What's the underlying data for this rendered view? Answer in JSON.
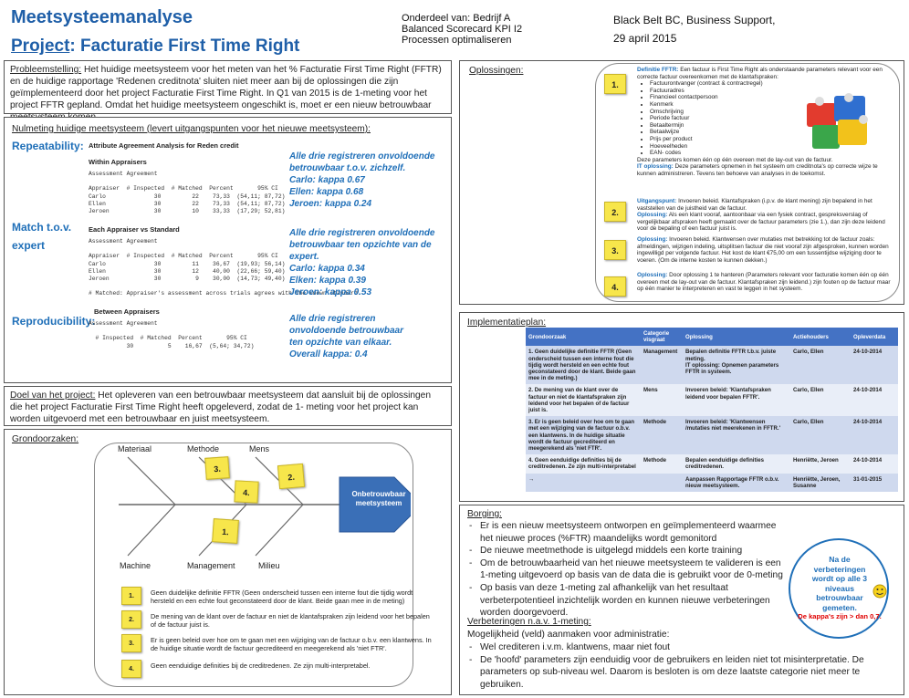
{
  "header": {
    "title": "Meetsysteemanalyse",
    "project_prefix": "Project",
    "project_name": ": Facturatie First Time Right",
    "unit_lines": [
      "Onderdeel van: Bedrijf A",
      "Balanced Scorecard  KPI I2",
      "Processen optimaliseren"
    ],
    "org": "Black Belt BC, Business Support,",
    "date": "29 april 2015"
  },
  "probleem": {
    "label": "Probleemstelling:",
    "text": " Het huidige meetsysteem voor het meten van het % Facturatie First Time Right (FFTR) en de huidige rapportage 'Redenen creditnota' sluiten niet meer aan bij de oplossingen die zijn geïmplementeerd door het project Facturatie First Time Right. In Q1 van 2015 is de 1-meting voor het project FFTR gepland. Omdat het huidige meetsysteem ongeschikt is, moet er een nieuw betrouwbaar meetsysteem komen."
  },
  "nulmeting": {
    "heading": "Nulmeting huidige meetsysteem (levert uitgangspunten voor het nieuwe meetsysteem):",
    "repeat_label": "Repeatability:",
    "match_label": "Match t.o.v. expert",
    "repro_label": "Reproducibility:",
    "aaa_title": "Attribute Agreement Analysis for Reden credit",
    "within_title": "Within Appraisers",
    "vs_title": "Each Appraiser vs Standard",
    "between_title": "Between Appraisers",
    "within_table": "Assessment Agreement\n\nAppraiser  # Inspected  # Matched  Percent       95% CI\nCarlo              30         22    73,33  (54,11; 87,72)\nEllen              30         22    73,33  (54,11; 87,72)\nJeroen             30         10    33,33  (17,29; 52,81)",
    "vs_table": "Assessment Agreement\n\nAppraiser  # Inspected  # Matched  Percent       95% CI\nCarlo              30         11    36,67  (19,93; 56,14)\nEllen              30         12    40,00  (22,66; 59,40)\nJeroen             30          9    30,00  (14,73; 49,40)\n\n# Matched: Appraiser's assessment across trials agrees with the known standard.",
    "between_table": "Assessment Agreement\n\n  # Inspected  # Matched  Percent       95% CI\n           30          5    16,67  (5,64; 34,72)",
    "kappa_repeat": [
      "Alle drie registreren onvoldoende",
      "betrouwbaar t.o.v. zichzelf.",
      "Carlo: kappa 0.67",
      "Ellen: kappa 0.68",
      "Jeroen: kappa 0.24"
    ],
    "kappa_match": [
      "Alle drie registreren onvoldoende",
      "betrouwbaar ten opzichte van de expert.",
      "Carlo: kappa 0.34",
      "Elken: kappa 0.39",
      "Jeroen: kappa 0.53"
    ],
    "kappa_repro": [
      "Alle drie registreren",
      "onvoldoende betrouwbaar",
      "ten opzichte van elkaar.",
      "Overall kappa: 0.4"
    ]
  },
  "doel": {
    "label": "Doel van het project:",
    "text": " Het opleveren van een betrouwbaar meetsysteem dat aansluit bij de oplossingen die het project Facturatie First Time Right heeft opgeleverd, zodat de 1- meting voor het project kan worden uitgevoerd met een betrouwbaar en juist meetsysteem."
  },
  "grondoorzaken": {
    "heading": "Grondoorzaken:",
    "fishbone": {
      "top_labels": [
        "Materiaal",
        "Methode",
        "Mens"
      ],
      "bottom_labels": [
        "Machine",
        "Management",
        "Milieu"
      ],
      "head": "Onbetrouwbaar meetsysteem",
      "notes": [
        "3.",
        "4.",
        "2.",
        "1."
      ]
    },
    "legend": [
      {
        "num": "1.",
        "text": "Geen duidelijke definitie FFTR (Geen onderscheid tussen een interne fout die tijdig wordt hersteld en een echte fout geconstateerd door de klant. Beide gaan mee in de meting)"
      },
      {
        "num": "2.",
        "text": "De mening van de klant over de factuur en niet de klantafspraken zijn leidend voor het bepalen of de factuur juist is."
      },
      {
        "num": "3.",
        "text": "Er is geen beleid over hoe om te gaan met een wijziging van de factuur o.b.v. een klantwens. In de huidige situatie wordt de factuur gecrediteerd en meegerekend als 'niet FTR'."
      },
      {
        "num": "4.",
        "text": "Geen eenduidige definities bij de creditredenen.  Ze zijn multi-interpretabel."
      }
    ]
  },
  "oplossingen": {
    "heading": "Oplossingen:",
    "s1_label": "Definitie FFTR:",
    "s1_text": " Een factuur is First Time Right als onderstaande parameters relevant voor een correcte factuur overeenkomen  met de klantafspraken:",
    "s1_items": [
      "Factuurontvanger (contract & contractregel)",
      "Factuuradres",
      "Financieel contactpersoon",
      "Kenmerk",
      "Omschrijving",
      "Periode factuur",
      "Betaaltermijn",
      "Betaalwijze",
      "Prijs per product",
      "Hoeveelheden",
      "EAN- codes"
    ],
    "s1_after": "Deze parameters komen één op één overeen met de lay-out van de factuur.",
    "s1_it_label": "IT oplossing:",
    "s1_it_text": " Deze parameters opnemen in het systeem om creditnota's op correcte wijze te kunnen  administreren. Tevens ten behoeve van analyses in de toekomst.",
    "s2_label": "Uitgangspunt:",
    "s2_text": " Invoeren beleid. Klantafspraken (i.p.v. de klant mening) zijn bepalend in het vaststellen van de juistheid van de factuur.",
    "s2_opl_label": "Oplossing:",
    "s2_opl_text": " Als een klant vooraf, aantoonbaar  via een fysiek contract, gespreksverslag of vergelijkbaar afspraken heeft gemaakt over de factuur parameters (zie 1.), dan zijn deze leidend voor de bepaling of een factuur juist is.",
    "s3_label": "Oplossing:",
    "s3_text": " Invoeren beleid. Klantwensen over mutaties met betrekking tot de factuur zoals: afmeldingen, wijzigen indeling, uitsplitsen factuur die niet vooraf zijn afgesproken, kunnen worden ingewilligd per volgende factuur. Het kost de klant €75,00 om een tussentijdse wijziging door te voeren. (Om de interne kosten te kunnen dekken.)",
    "s4_label": "Oplossing:",
    "s4_text": " Door oplossing 1 te hanteren (Parameters relevant voor facturatie komen één op één overeen met de lay-out van de factuur. Klantafspraken zijn leidend.) zijn fouten op de factuur maar op één manier te interpreteren en vast te leggen in het systeem.",
    "notes": [
      "1.",
      "2.",
      "3.",
      "4."
    ]
  },
  "implementatie": {
    "heading": "Implementatieplan:",
    "columns": [
      "Grondoorzaak",
      "Categorie visgraat",
      "Oplossing",
      "Actiehouders",
      "Opleverdata"
    ],
    "rows": [
      [
        "1. Geen duidelijke definitie FFTR (Geen onderscheid tussen een interne fout die tijdig wordt hersteld en een echte fout geconstateerd door de klant. Beide gaan mee in de meting.)",
        "Management",
        "Bepalen definitie FFTR t.b.v. juiste meting.\nIT oplossing:  Opnemen parameters FFTR in systeem.",
        "Carlo, Ellen",
        "24-10-2014"
      ],
      [
        "2. De mening van de klant over de factuur en niet de klantafspraken zijn leidend voor het bepalen of de factuur juist is.",
        "Mens",
        "Invoeren beleid: 'Klantafspraken leidend voor bepalen FFTR'.",
        "Carlo, Ellen",
        "24-10-2014"
      ],
      [
        "3. Er is geen beleid over hoe om te gaan met een wijziging van de factuur o.b.v. een klantwens. In de huidige situatie wordt de factuur gecrediteerd en meegerekend als 'niet FTR'.",
        "Methode",
        "Invoeren beleid: 'Klantwensen /mutaties  niet meerekenen in FFTR.'",
        "Carlo, Ellen",
        "24-10-2014"
      ],
      [
        "4. Geen eenduidige definities bij de creditredenen. Ze zijn multi-interpretabel",
        "Methode",
        "Bepalen eenduidige definities creditredenen.",
        "Henriëtte, Jeroen",
        "24-10-2014"
      ],
      [
        "→",
        "",
        "Aanpassen Rapportage FFTR o.b.v. nieuw meetsysteem.",
        "Henriëtte, Jeroen, Susanne",
        "31-01-2015"
      ]
    ]
  },
  "borging": {
    "heading": "Borging:",
    "items": [
      "Er is een nieuw meetsysteem ontworpen en geïmplementeerd waarmee het nieuwe proces (%FTR) maandelijks wordt gemonitord",
      "De nieuwe meetmethode is uitgelegd middels een korte training",
      "Om de betrouwbaarheid van het nieuwe meetsysteem te valideren is een 1-meting uitgevoerd op basis van de data die is gebruikt voor de 0-meting",
      "Op basis van deze 1-meting zal afhankelijk van het resultaat verbeterpotentieel inzichtelijk worden en kunnen nieuwe verbeteringen worden doorgevoerd."
    ],
    "verbetering_label": "Verbeteringen n.a.v. 1-meting:",
    "verbetering_intro": "Mogelijkheid (veld) aanmaken voor administratie:",
    "verbetering_items": [
      "Wel crediteren i.v.m. klantwens, maar niet fout",
      "De 'hoofd' parameters zijn eenduidig voor de gebruikers en leiden niet tot misinterpretatie. De parameters op sub-niveau wel. Daarom is besloten is om deze laatste categorie niet meer te gebruiken."
    ],
    "bubble_text": [
      "Na de",
      "verbeteringen",
      "wordt op alle 3",
      "niveaus",
      "betrouwbaar",
      "gemeten."
    ],
    "bubble_red": "De kappa's zijn > dan 0,7."
  },
  "colors": {
    "accent": "#1f6fb8",
    "title": "#1f5fa8",
    "note": "#f7e64b",
    "table_header": "#4472c4",
    "fish_head": "#3a6fb7",
    "red": "#e00000"
  }
}
